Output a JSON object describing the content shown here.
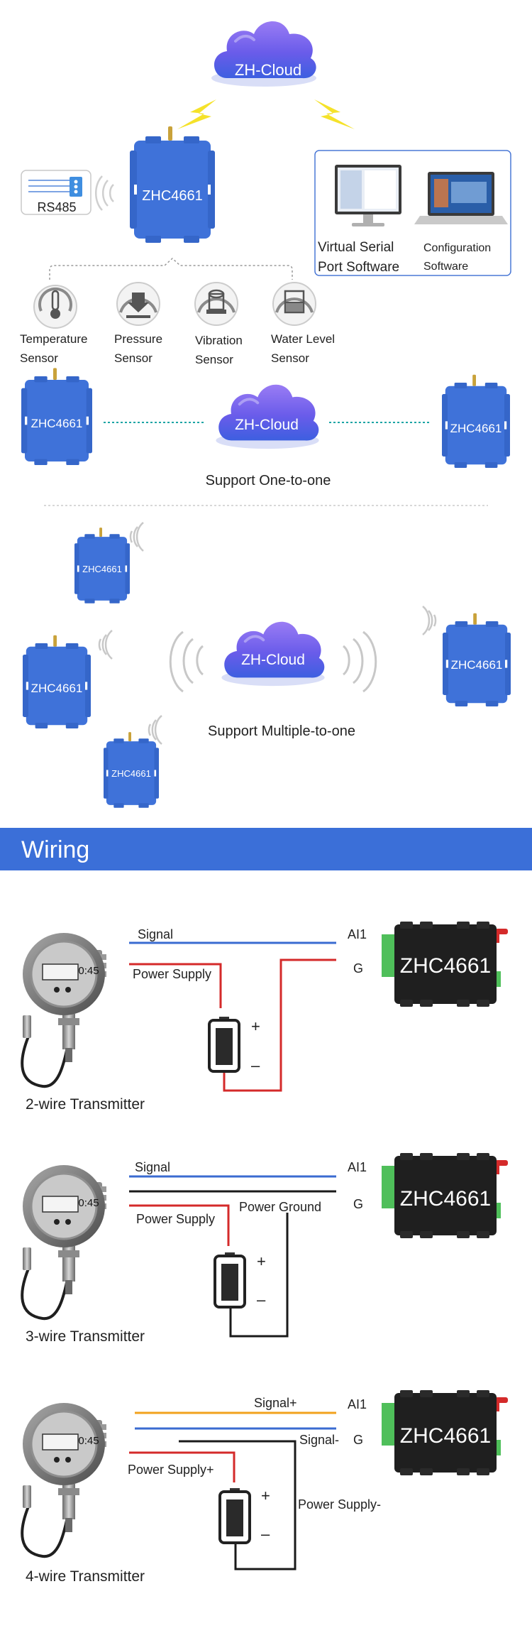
{
  "cloud_label": "ZH-Cloud",
  "device_label": "ZHC4661",
  "rs485_label": "RS485",
  "software": {
    "virtual_serial_line1": "Virtual Serial",
    "virtual_serial_line2": "Port Software",
    "config_line1": "Configuration",
    "config_line2": "Software"
  },
  "sensors": [
    {
      "line1": "Temperature",
      "line2": "Sensor",
      "icon": "thermometer-icon"
    },
    {
      "line1": "Pressure",
      "line2": "Sensor",
      "icon": "pressure-gauge-icon"
    },
    {
      "line1": "Vibration",
      "line2": "Sensor",
      "icon": "vibration-icon"
    },
    {
      "line1": "Water Level",
      "line2": "Sensor",
      "icon": "water-level-icon"
    }
  ],
  "one_to_one_caption": "Support One-to-one",
  "multiple_to_one_caption": "Support Multiple-to-one",
  "wiring_title": "Wiring",
  "gauge_display": "0:45",
  "terminal_ai1": "AI1",
  "terminal_g": "G",
  "battery_plus": "+",
  "battery_minus": "–",
  "transmitter_2wire": {
    "title": "2-wire Transmitter",
    "signal": "Signal",
    "power_supply": "Power Supply"
  },
  "transmitter_3wire": {
    "title": "3-wire Transmitter",
    "signal": "Signal",
    "power_supply": "Power Supply",
    "power_ground": "Power Ground"
  },
  "transmitter_4wire": {
    "title": "4-wire Transmitter",
    "signal_plus": "Signal+",
    "signal_minus": "Signal-",
    "power_supply_plus": "Power Supply+",
    "power_supply_minus": "Power Supply-"
  },
  "colors": {
    "brand_blue": "#3b6fd8",
    "device_blue": "#3f72d9",
    "cloud_top": "#8b6cf0",
    "cloud_bottom": "#3d5fe0",
    "wire_blue": "#3a6bd1",
    "wire_red": "#d42a2a",
    "wire_black": "#1a1a1a",
    "wire_orange": "#f2a21d",
    "lightning": "#f5e22a"
  }
}
